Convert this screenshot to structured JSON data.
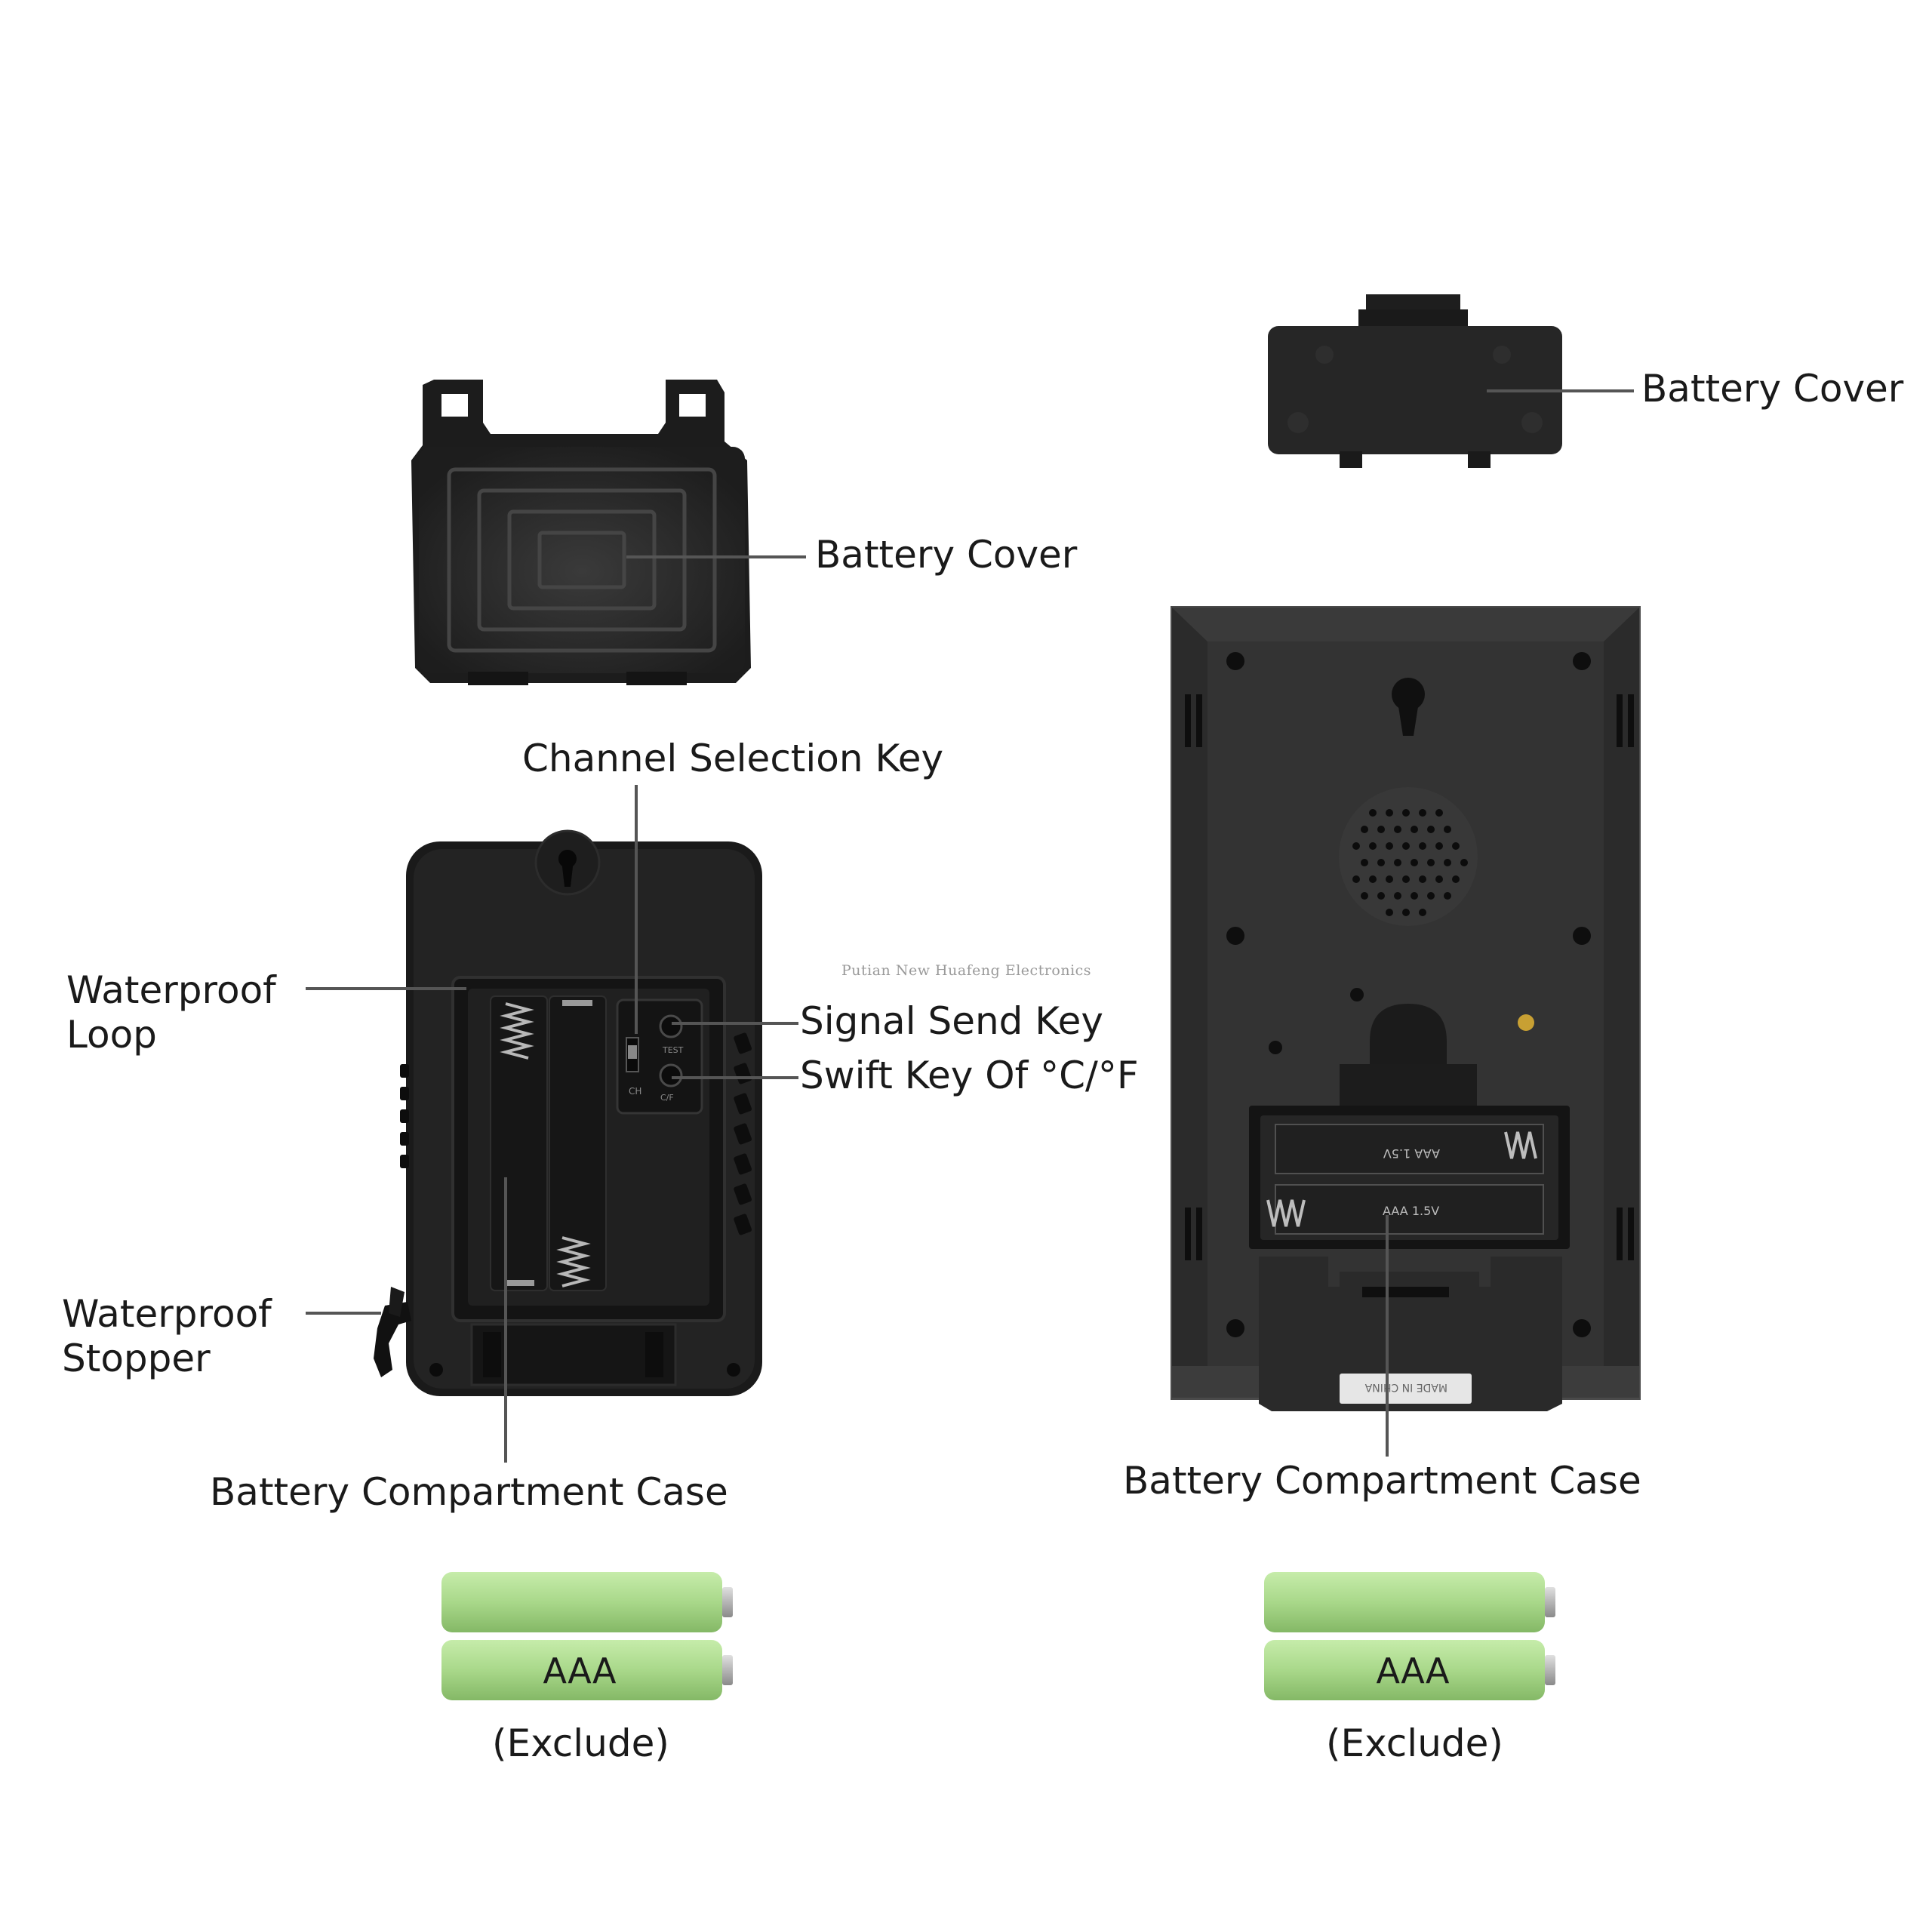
{
  "watermark": "Putian New Huafeng Electronics",
  "left_device": {
    "battery_cover": "Battery Cover",
    "channel_selection_key": "Channel Selection Key",
    "waterproof_loop": [
      "Waterproof",
      "Loop"
    ],
    "signal_send_key": "Signal Send Key",
    "swift_key": "Swift Key Of °C/°F",
    "waterproof_stopper": [
      "Waterproof",
      "Stopper"
    ],
    "battery_compartment_case": "Battery Compartment Case",
    "battery_type": "AAA",
    "battery_note": "(Exclude)",
    "switch_labels": {
      "ch": "CH",
      "test": "TEST",
      "cf": "C/F"
    }
  },
  "right_device": {
    "battery_cover": "Battery Cover",
    "battery_compartment_case": "Battery Compartment Case",
    "battery_type": "AAA",
    "battery_note": "(Exclude)",
    "compartment_marking": "AAA 1.5V",
    "case_marking": "MADE IN CHINA"
  },
  "colors": {
    "battery_green": "#a9d88a",
    "device_dark": "#2d2d2d",
    "case_black": "#1c1c1c",
    "leader_line": "#555555"
  }
}
